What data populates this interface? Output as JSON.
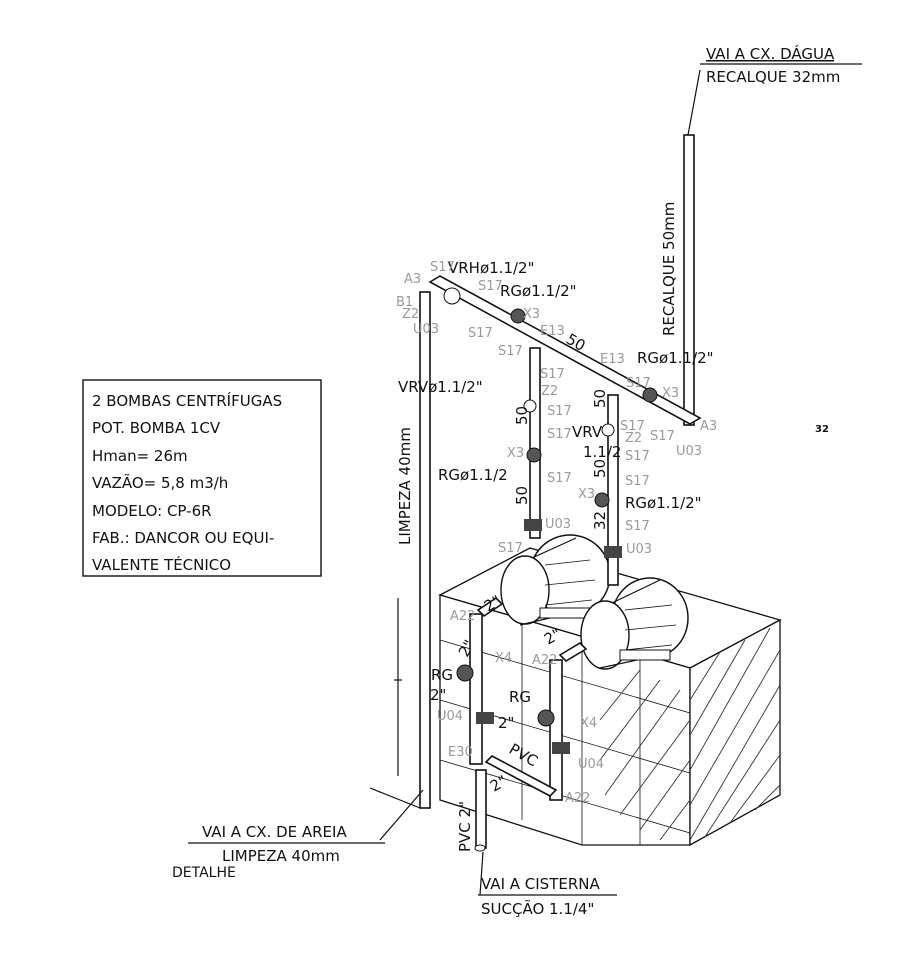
{
  "spec_box": {
    "lines": [
      "2 BOMBAS CENTRÍFUGAS",
      "POT. BOMBA 1CV",
      "Hman= 26m",
      "VAZÃO= 5,8 m3/h",
      "MODELO: CP-6R",
      "FAB.: DANCOR OU EQUI-",
      "VALENTE TÉCNICO"
    ]
  },
  "callouts": {
    "top_right_line1": "VAI A CX. DÁGUA",
    "top_right_line2": "RECALQUE 32mm",
    "bottom_left_line1": "VAI A CX. DE AREIA",
    "bottom_left_line2": "LIMPEZA 40mm",
    "bottom_left_line3": "DETALHE",
    "bottom_center_line1": "VAI A CISTERNA",
    "bottom_center_line2": "SUCÇÃO 1.1/4\""
  },
  "pipe_labels": {
    "limpeza": "LIMPEZA 40mm",
    "recalque": "RECALQUE 50mm",
    "vrh": "VRHø1.1/2\"",
    "rg_top": "RGø1.1/2\"",
    "rg_right": "RGø1.1/2\"",
    "vrv_left": "VRVø1.1/2\"",
    "rg_left": "RGø1.1/2",
    "vrv_right": "VRV",
    "vrv_right_size": "1.1/2",
    "rg_right_low": "RGø1.1/2\"",
    "d50_a": "50",
    "d50_b": "50",
    "d50_c": "50",
    "d50_d": "50",
    "d50_e": "50",
    "d32": "32",
    "d2_a": "2\"",
    "d2_b": "2\"",
    "d2_c": "2\"",
    "d2_d": "2\"",
    "d2_e": "2\"",
    "d2_f": "2\"",
    "rg_low_left": "RG",
    "rg_low_right": "RG",
    "pvc_diag": "PVC",
    "pvc_vert": "PVC 2\"",
    "page_num": "32"
  },
  "component_codes": {
    "a3_top": "A3",
    "b1": "B1",
    "s17_1": "S17",
    "s17_2": "S17",
    "z2_1": "Z2",
    "x3_1": "X3",
    "u03_1": "U03",
    "s17_3": "S17",
    "e13_1": "E13",
    "s17_4": "S17",
    "s17_5": "S17",
    "z2_2": "Z2",
    "s17_6": "S17",
    "s17_7": "S17",
    "x3_2": "X3",
    "s17_8": "S17",
    "e13_2": "E13",
    "s17_9": "S17",
    "x3_3": "X3",
    "a3_right": "A3",
    "s17_10": "S17",
    "u03_2": "U03",
    "z2_3": "Z2",
    "s17_11": "S17",
    "s17_12": "S17",
    "x3_4": "X3",
    "s17_13": "S17",
    "u03_3": "U03",
    "s17_14": "S17",
    "u03_4": "U03",
    "s17_15": "S17",
    "a22_1": "A22",
    "a22_2": "A22",
    "x4_1": "X4",
    "u04_1": "U04",
    "x4_2": "X4",
    "e30": "E30",
    "u04_2": "U04",
    "a22_3": "A22"
  }
}
